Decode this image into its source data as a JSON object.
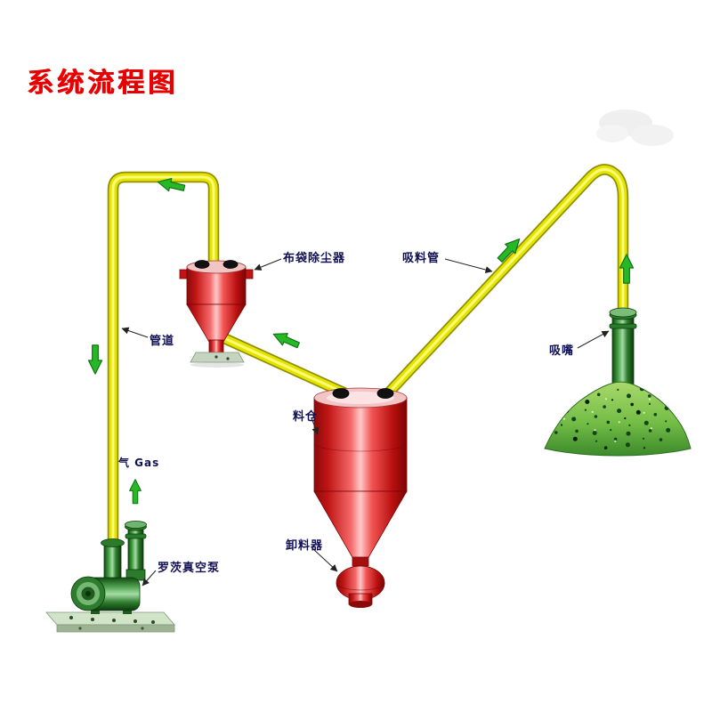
{
  "title": {
    "text": "系统流程图"
  },
  "labels": {
    "dust_collector": "布袋除尘器",
    "suction_pipe": "吸料管",
    "pipe": "管道",
    "silo": "料仓",
    "discharger": "卸料器",
    "vacuum_pump": "罗茨真空泵",
    "suction_nozzle": "吸嘴",
    "gas": "气 Gas"
  },
  "colors": {
    "title_red": "#e60000",
    "label_text": "#101055",
    "pipe_yellow": "#e4e400",
    "pipe_edge": "#8f8f00",
    "vessel_red": "#d42020",
    "machine_green": "#3f9a3f",
    "pile_green": "#74bd46",
    "flow_arrow_green": "#27b827"
  }
}
